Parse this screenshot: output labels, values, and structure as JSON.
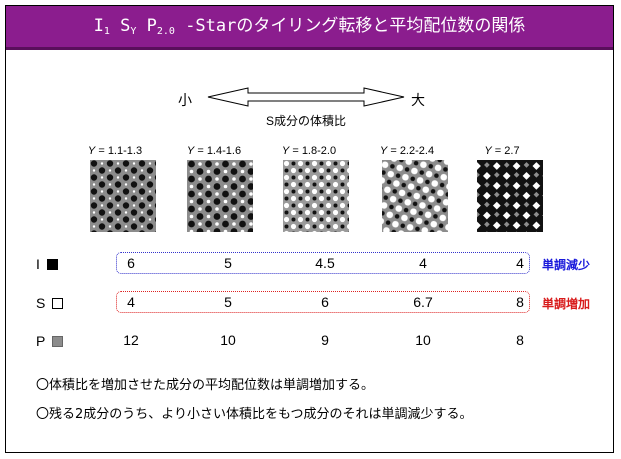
{
  "title": {
    "parts": [
      {
        "t": "I",
        "sub": "1"
      },
      {
        "t": " S",
        "sub": "Y"
      },
      {
        "t": " P",
        "sub": "2.0"
      },
      {
        "t": " -Starのタイリング転移と平均配位数の関係",
        "sub": ""
      }
    ]
  },
  "scale": {
    "small": "小",
    "large": "大",
    "caption": "S成分の体積比"
  },
  "samples": [
    {
      "y_var": "Y",
      "y_range": "1.1-1.3"
    },
    {
      "y_var": "Y",
      "y_range": "1.4-1.6"
    },
    {
      "y_var": "Y",
      "y_range": "1.8-2.0"
    },
    {
      "y_var": "Y",
      "y_range": "2.2-2.4"
    },
    {
      "y_var": "Y",
      "y_range": "2.7"
    }
  ],
  "rows": [
    {
      "label": "I",
      "swatch": "black",
      "values": [
        "6",
        "5",
        "4.5",
        "4",
        "4"
      ],
      "trend": "単調減少",
      "trend_color": "#1a1adb",
      "box_color": "#3333cc"
    },
    {
      "label": "S",
      "swatch": "white",
      "values": [
        "4",
        "5",
        "6",
        "6.7",
        "8"
      ],
      "trend": "単調増加",
      "trend_color": "#d81b1b",
      "box_color": "#dd2222"
    },
    {
      "label": "P",
      "swatch": "gray",
      "values": [
        "12",
        "10",
        "9",
        "10",
        "8"
      ],
      "trend": "",
      "trend_color": "",
      "box_color": ""
    }
  ],
  "notes": [
    "〇体積比を増加させた成分の平均配位数は単調増加する。",
    "〇残る2成分のうち、より小さい体積比をもつ成分のそれは単調減少する。"
  ],
  "colors": {
    "title_bg": "#8b1d8e",
    "component_I": "#000000",
    "component_S": "#ffffff",
    "component_P": "#8c8c8c"
  }
}
